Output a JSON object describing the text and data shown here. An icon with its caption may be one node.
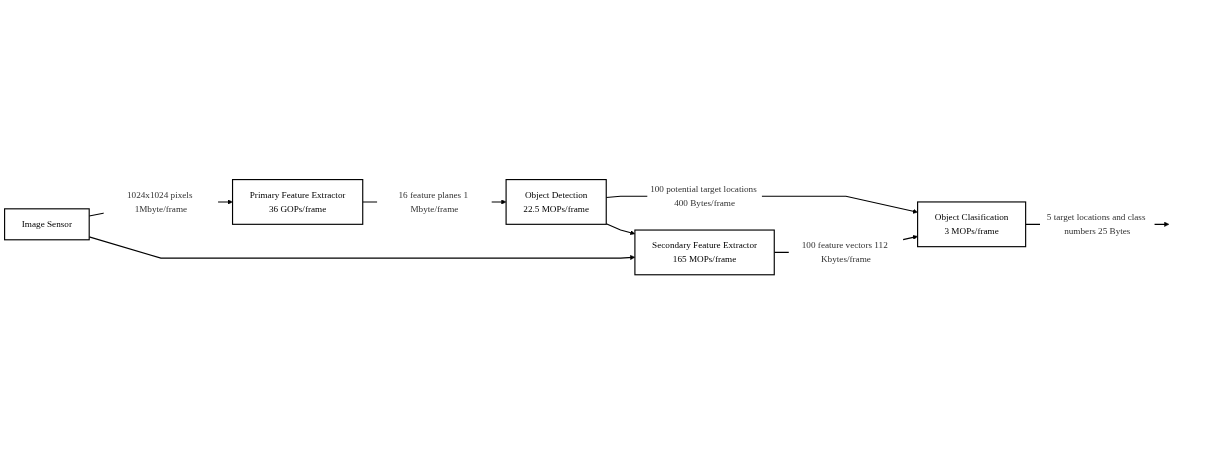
{
  "diagram": {
    "nodes": [
      {
        "text": [
          "Image Sensor"
        ]
      },
      {
        "text": [
          "Primary Feature Extractor",
          "36 GOPs/frame"
        ]
      },
      {
        "text": [
          "Object Detection",
          "22.5 MOPs/frame"
        ]
      },
      {
        "text": [
          "Secondary Feature Extractor",
          "165 MOPs/frame"
        ]
      },
      {
        "text": [
          "Object Clasification",
          "3 MOPs/frame"
        ]
      }
    ],
    "edges": [
      {
        "from": 0,
        "to": 1,
        "arrow": "to",
        "label": "1024x1024 pixels 1Mbyte/frame"
      },
      {
        "from": 0,
        "to": 3,
        "arrow": "to"
      },
      {
        "from": 1,
        "to": 2,
        "arrow": "to",
        "label": "16 feature planes 1 Mbyte/frame"
      },
      {
        "from": 2,
        "to": 4,
        "arrow": "to",
        "label": "100 potential target locations 400 Bytes/frame"
      },
      {
        "from": 2,
        "to": 3,
        "arrow": "to"
      },
      {
        "from": 3,
        "to": 4,
        "arrow": "to",
        "label": "100 feature vectors 112 Kbytes/frame"
      },
      {
        "from": 4,
        "to": null,
        "arrow": "to",
        "label": "5 target locations and class numbers 25 Bytes"
      }
    ]
  }
}
